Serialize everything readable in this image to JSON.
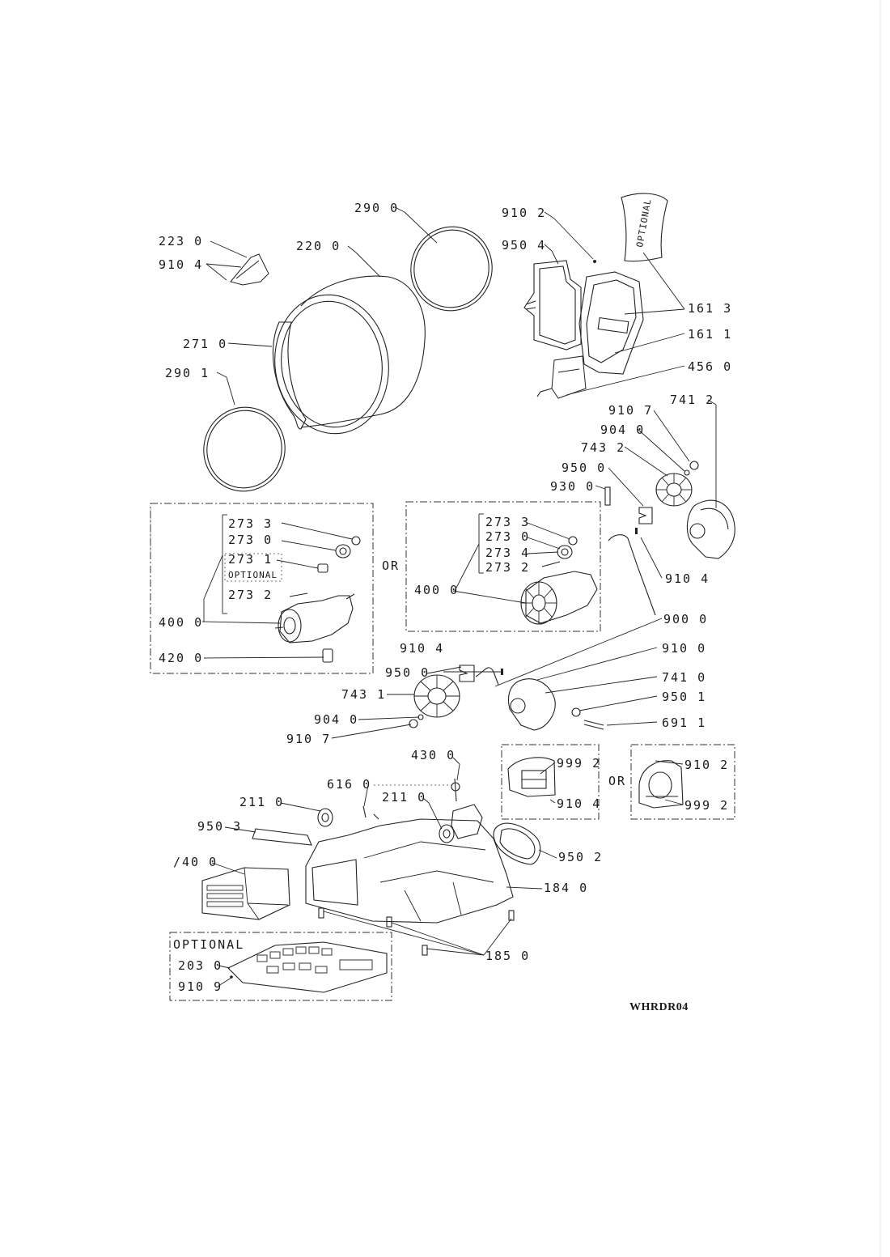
{
  "labels": {
    "l290_0": "290 0",
    "l223_0": "223 0",
    "l910_4a": "910 4",
    "l220_0": "220 0",
    "l271_0": "271 0",
    "l290_1": "290 1",
    "l910_2a": "910 2",
    "l950_4": "950 4",
    "optional_top": "OPTIONAL",
    "l161_3": "161 3",
    "l161_1": "161 1",
    "l456_0": "456 0",
    "l741_2": "741 2",
    "l910_7a": "910 7",
    "l904_0a": "904 0",
    "l743_2": "743 2",
    "l950_0a": "950 0",
    "l930_0": "930 0",
    "l273_3a": "273 3",
    "l273_0a": "273 0",
    "l273_1": "273 1",
    "optional_motor": "OPTIONAL",
    "l273_2a": "273 2",
    "l400_0a": "400 0",
    "l420_0": "420 0",
    "or_motor": "OR",
    "l273_3b": "273 3",
    "l273_0b": "273 0",
    "l273_4": "273 4",
    "l273_2b": "273 2",
    "l400_0b": "400 0",
    "l910_4b": "910 4",
    "l900_0": "900 0",
    "l910_4c": "910 4",
    "l950_0b": "950 0",
    "l910_0": "910 0",
    "l741_0": "741 0",
    "l743_1": "743 1",
    "l904_0b": "904 0",
    "l950_1": "950 1",
    "l910_7b": "910 7",
    "l691_1": "691 1",
    "l430_0": "430 0",
    "l999_2a": "999 2",
    "l910_4d": "910 4",
    "or_cover": "OR",
    "l910_2b": "910 2",
    "l999_2b": "999 2",
    "l616_0": "616 0",
    "l211_0a": "211 0",
    "l211_0b": "211 0",
    "l950_3": "950 3",
    "l950_2": "950 2",
    "l140_0": "/40 0",
    "l184_0": "184 0",
    "optional_board": "OPTIONAL",
    "l203_0": "203 0",
    "l910_9": "910 9",
    "l185_0": "185 0",
    "drawing_code": "WHRDR04"
  }
}
